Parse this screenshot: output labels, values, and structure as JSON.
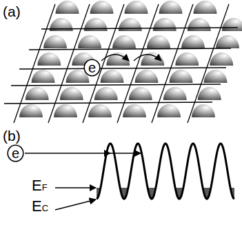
{
  "diagram": {
    "nodes": [
      {
        "text": [
          "e"
        ]
      },
      {
        "text": [
          "e"
        ]
      }
    ],
    "labels": [
      "(a)",
      "(b)",
      "EF",
      "EC"
    ]
  }
}
